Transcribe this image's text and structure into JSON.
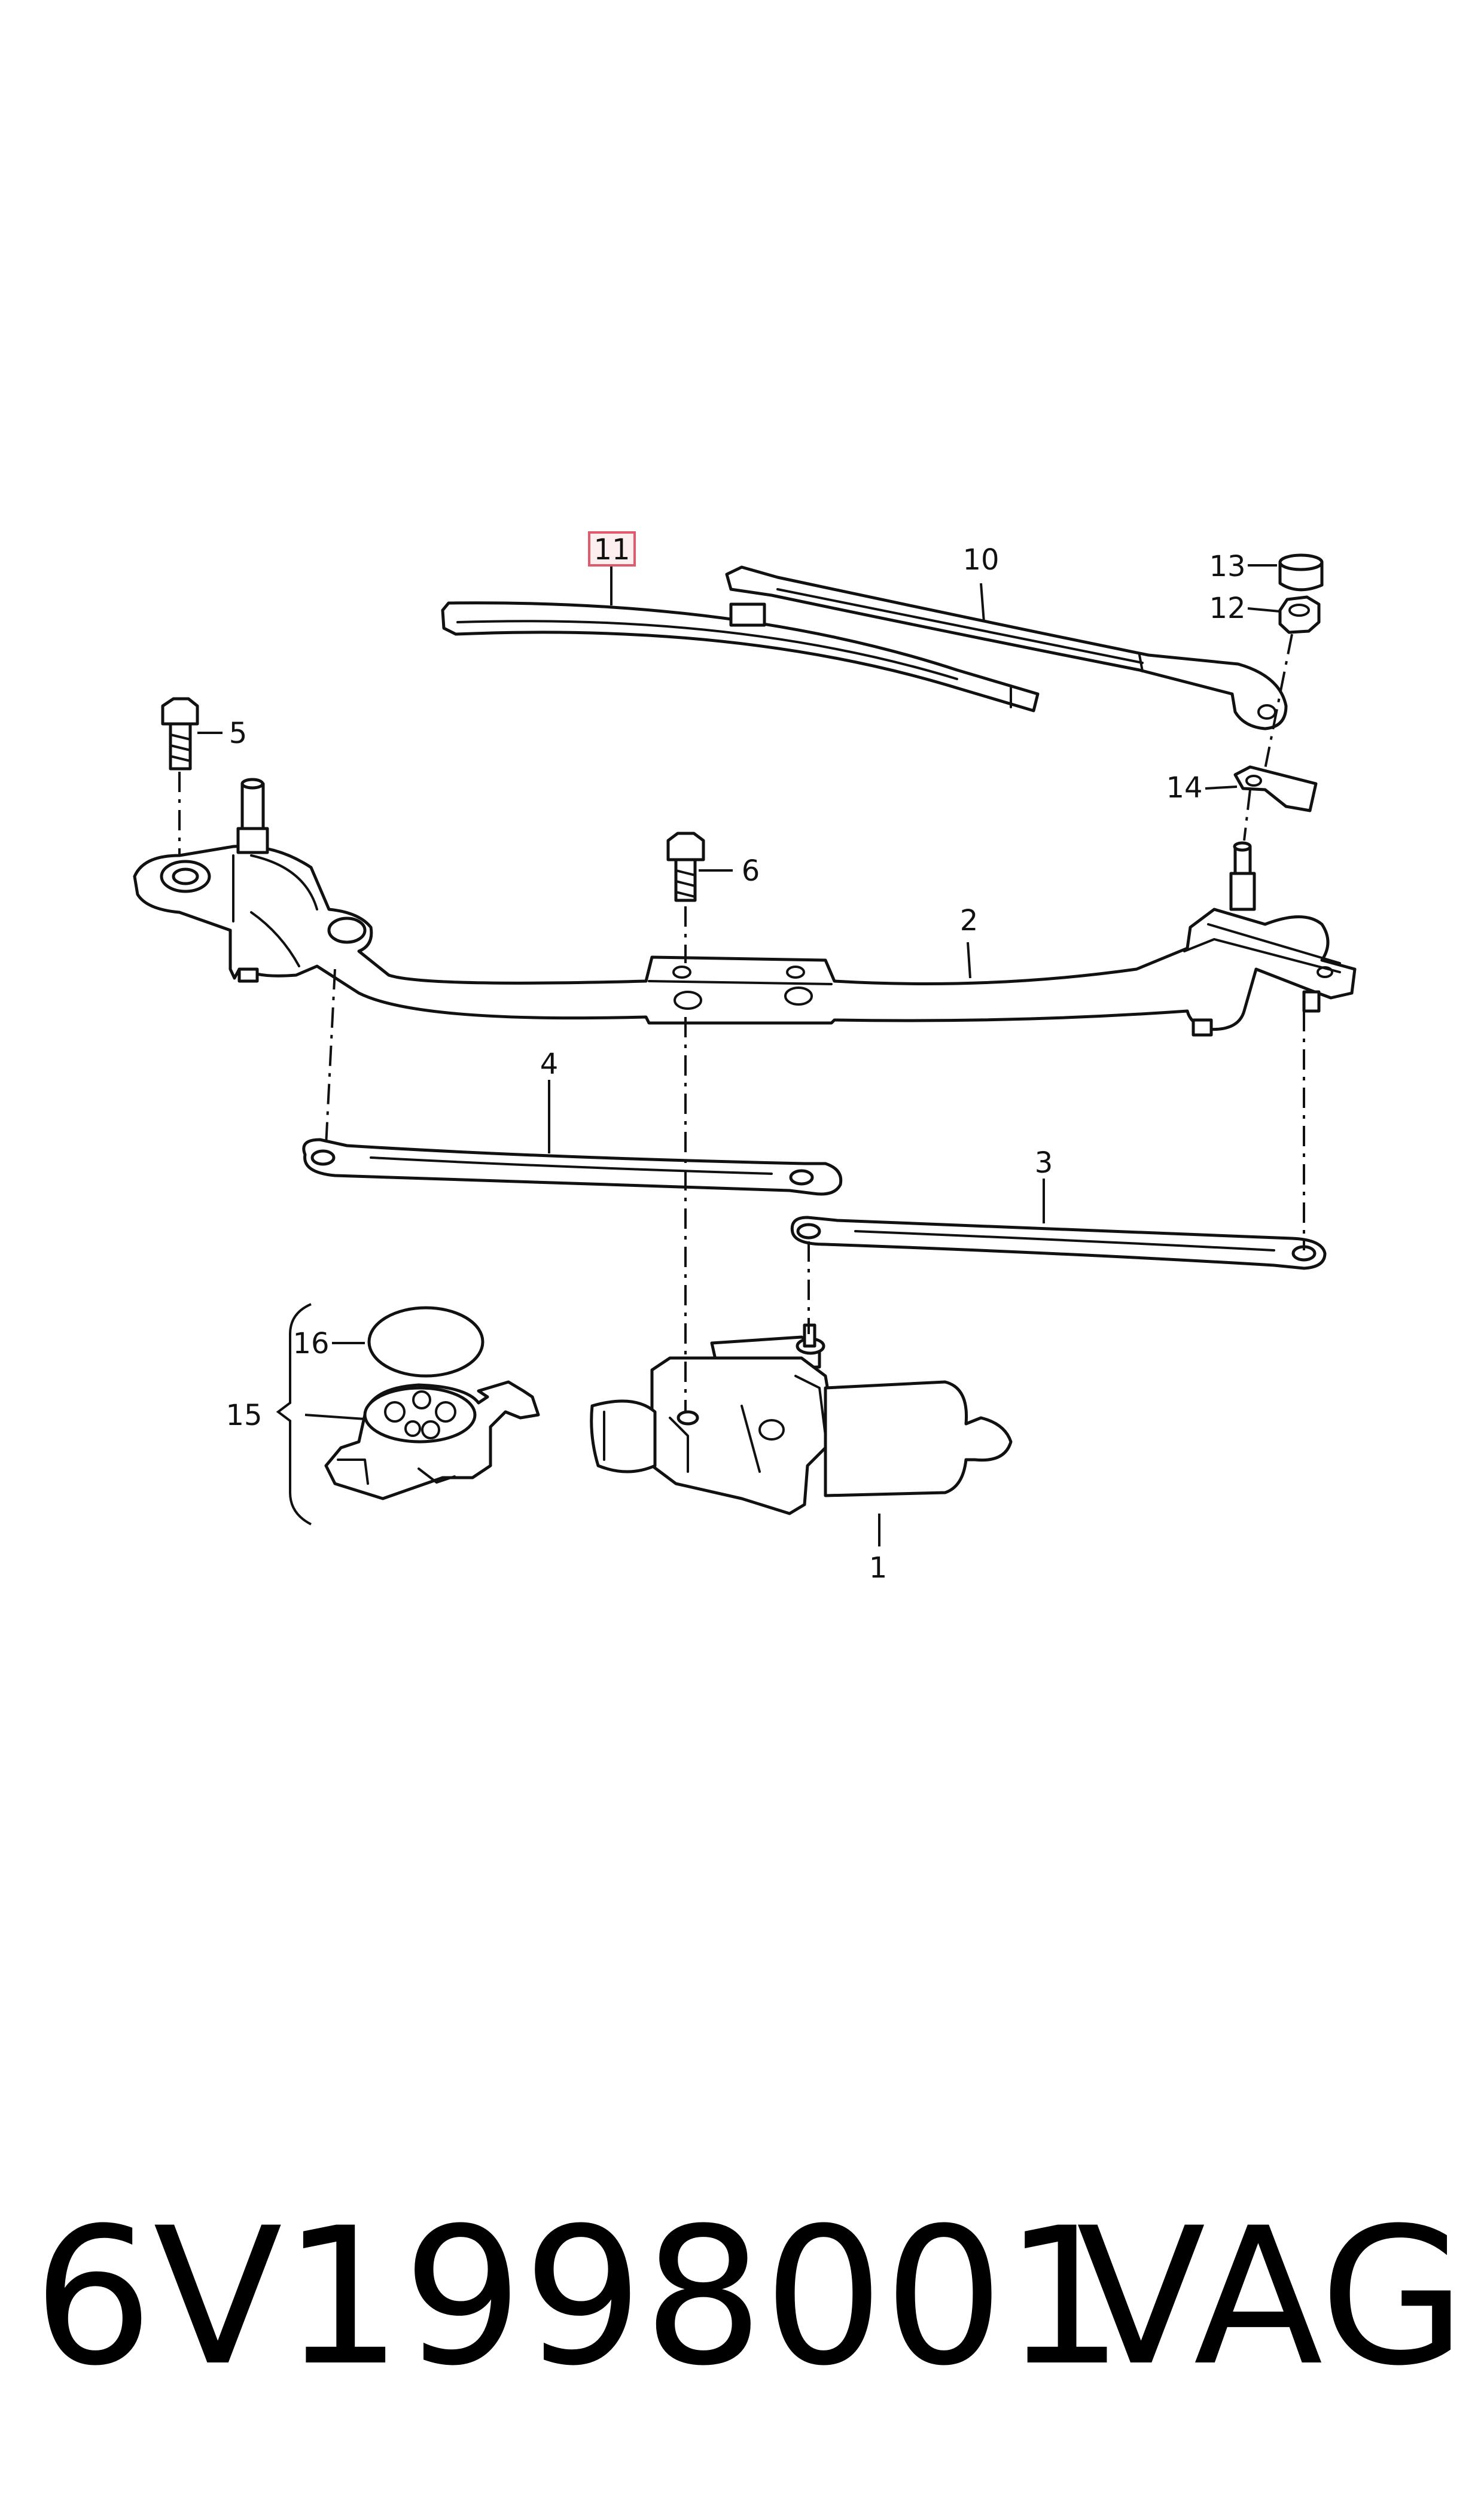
{
  "callouts": {
    "c1": "1",
    "c2": "2",
    "c3": "3",
    "c4": "4",
    "c5": "5",
    "c6": "6",
    "c10": "10",
    "c11": "11",
    "c12": "12",
    "c13": "13",
    "c14": "14",
    "c15": "15",
    "c16": "16"
  },
  "highlighted_callout": "11",
  "highlight_color": "#e05a6c",
  "footer": {
    "part_number": "6V1998001",
    "brand": "VAG"
  }
}
